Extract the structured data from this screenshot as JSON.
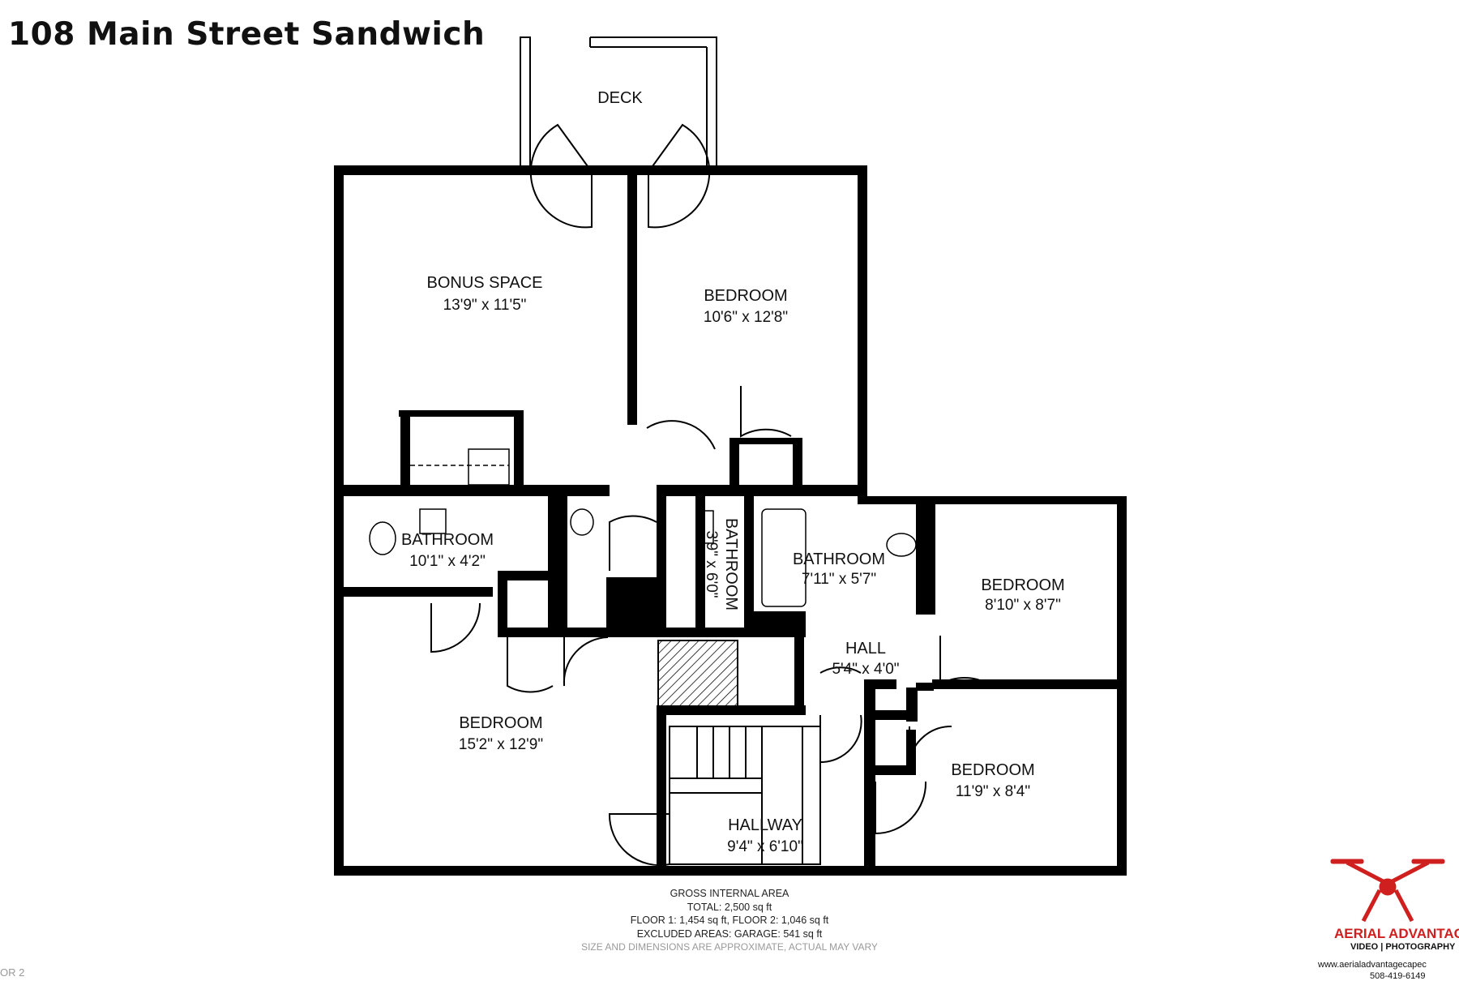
{
  "title": "108 Main Street Sandwich",
  "rooms": [
    {
      "label": "DECK",
      "dims": ""
    },
    {
      "label": "BONUS SPACE",
      "dims": "13'9\" x 11'5\""
    },
    {
      "label": "BEDROOM",
      "dims": "10'6\" x 12'8\""
    },
    {
      "label": "BATHROOM",
      "dims": "10'1\" x 4'2\""
    },
    {
      "label": "BATHROOM",
      "dims": "3'9\" x 6'0\""
    },
    {
      "label": "BATHROOM",
      "dims": "7'11\" x 5'7\""
    },
    {
      "label": "BEDROOM",
      "dims": "8'10\" x 8'7\""
    },
    {
      "label": "HALL",
      "dims": "5'4\" x 4'0\""
    },
    {
      "label": "BEDROOM",
      "dims": "15'2\" x 12'9\""
    },
    {
      "label": "BEDROOM",
      "dims": "11'9\" x 8'4\""
    },
    {
      "label": "HALLWAY",
      "dims": "9'4\" x 6'10\""
    }
  ],
  "footer": {
    "heading": "GROSS INTERNAL AREA",
    "total": "TOTAL: 2,500 sq ft",
    "floors": "FLOOR 1: 1,454 sq ft, FLOOR 2: 1,046 sq ft",
    "excluded": "EXCLUDED AREAS: GARAGE: 541 sq ft",
    "disclaimer": "SIZE AND DIMENSIONS ARE APPROXIMATE, ACTUAL MAY VARY"
  },
  "floor_tag": "OR 2",
  "logo": {
    "brand": "AERIAL ADVANTAG",
    "tagline": "VIDEO | PHOTOGRAPHY",
    "url": "www.aerialadvantagecapec",
    "phone": "508-419-6149",
    "accent_color": "#cf1f1f"
  },
  "colors": {
    "wall": "#000000",
    "background": "#ffffff",
    "text": "#111111"
  }
}
